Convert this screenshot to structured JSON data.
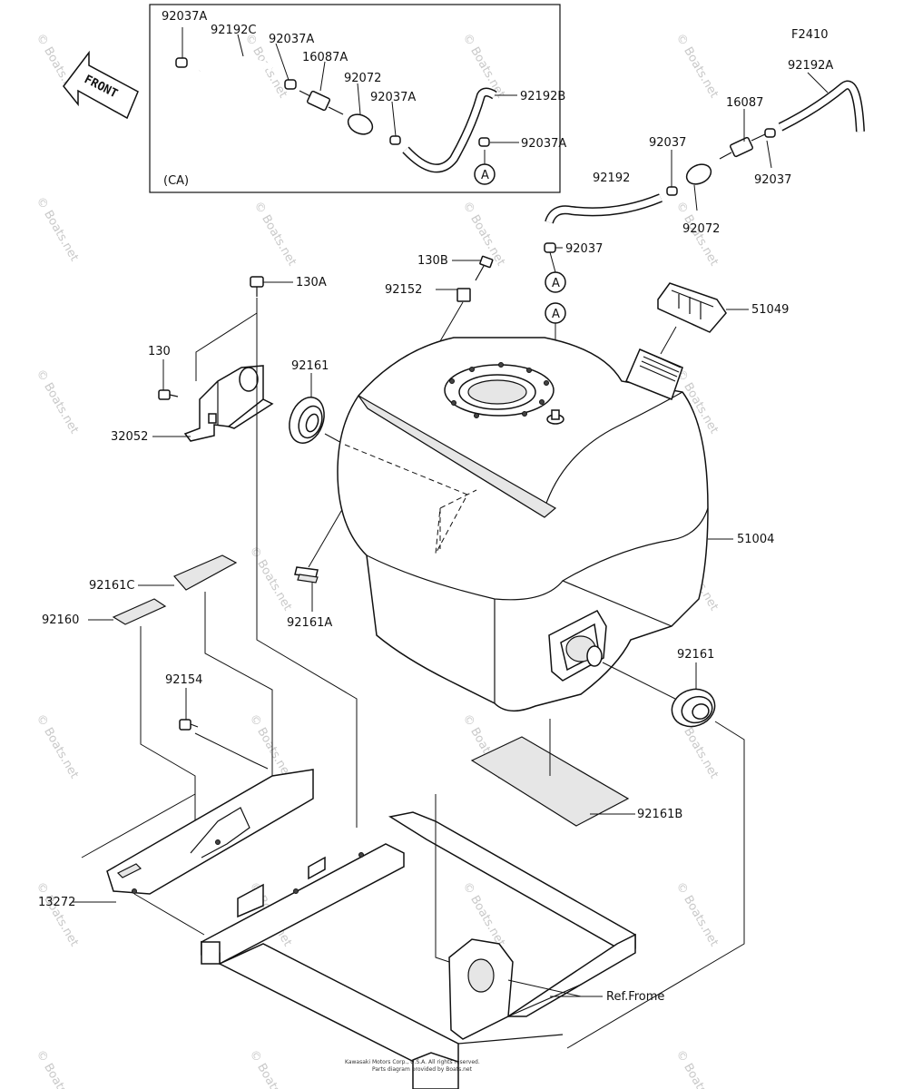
{
  "diagram_code": "F2410",
  "front_label": "FRONT",
  "inset_label": "(CA)",
  "ref_label": "Ref.Frome",
  "connector_letter": "A",
  "copyright_line1": "Kawasaki Motors Corp., U.S.A. All rights reserved.",
  "copyright_line2": "Parts diagram provided by Boats.net",
  "watermark": "© Boats.net",
  "parts": {
    "p92037A_a": "92037A",
    "p92192C": "92192C",
    "p92037A_b": "92037A",
    "p16087A": "16087A",
    "p92072_inset": "92072",
    "p92037A_c": "92037A",
    "p92192B": "92192B",
    "p92037A_d": "92037A",
    "p92192A": "92192A",
    "p16087": "16087",
    "p92037_a": "92037",
    "p92037_b": "92037",
    "p92192": "92192",
    "p92072": "92072",
    "p92037_c": "92037",
    "p130B": "130B",
    "p92152": "92152",
    "p130A": "130A",
    "p51049": "51049",
    "p130": "130",
    "p92161_top": "92161",
    "p32052": "32052",
    "p51004": "51004",
    "p92161C": "92161C",
    "p92160": "92160",
    "p92161A": "92161A",
    "p92161_right": "92161",
    "p92154": "92154",
    "p92161B": "92161B",
    "p13272": "13272"
  }
}
